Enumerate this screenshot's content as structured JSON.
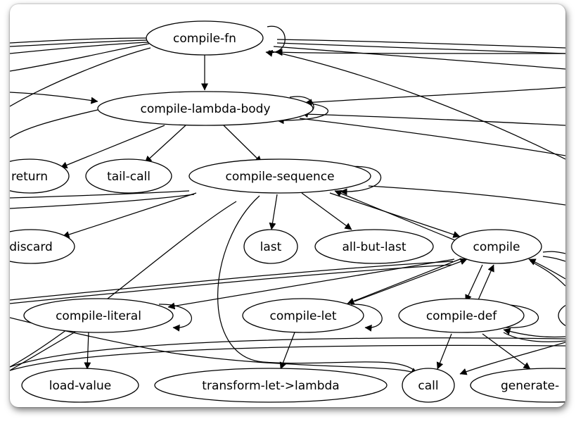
{
  "graph": {
    "nodes": [
      {
        "id": "compile-fn",
        "label": "compile-fn"
      },
      {
        "id": "compile-lambda-body",
        "label": "compile-lambda-body"
      },
      {
        "id": "return",
        "label": "return"
      },
      {
        "id": "tail-call",
        "label": "tail-call"
      },
      {
        "id": "compile-sequence",
        "label": "compile-sequence"
      },
      {
        "id": "discard",
        "label": "discard"
      },
      {
        "id": "last",
        "label": "last"
      },
      {
        "id": "all-but-last",
        "label": "all-but-last"
      },
      {
        "id": "compile",
        "label": "compile"
      },
      {
        "id": "compile-literal",
        "label": "compile-literal"
      },
      {
        "id": "compile-let",
        "label": "compile-let"
      },
      {
        "id": "compile-def",
        "label": "compile-def"
      },
      {
        "id": "load-value",
        "label": "load-value"
      },
      {
        "id": "transform-let-lambda",
        "label": "transform-let->lambda"
      },
      {
        "id": "call",
        "label": "call"
      },
      {
        "id": "generate",
        "label": "generate-"
      }
    ],
    "edges": [
      {
        "from": "compile-fn",
        "to": "compile-lambda-body"
      },
      {
        "from": "compile-lambda-body",
        "to": "return"
      },
      {
        "from": "compile-lambda-body",
        "to": "tail-call"
      },
      {
        "from": "compile-lambda-body",
        "to": "compile-sequence"
      },
      {
        "from": "compile-sequence",
        "to": "discard"
      },
      {
        "from": "compile-sequence",
        "to": "last"
      },
      {
        "from": "compile-sequence",
        "to": "all-but-last"
      },
      {
        "from": "compile-sequence",
        "to": "compile"
      },
      {
        "from": "compile",
        "to": "compile-sequence"
      },
      {
        "from": "compile-sequence",
        "to": "call"
      },
      {
        "from": "compile",
        "to": "compile-literal"
      },
      {
        "from": "compile",
        "to": "compile-let"
      },
      {
        "from": "compile-let",
        "to": "compile"
      },
      {
        "from": "compile",
        "to": "compile-def"
      },
      {
        "from": "compile-def",
        "to": "compile"
      },
      {
        "from": "compile-literal",
        "to": "load-value"
      },
      {
        "from": "compile-let",
        "to": "transform-let-lambda"
      },
      {
        "from": "compile-def",
        "to": "call"
      },
      {
        "from": "compile-def",
        "to": "generate"
      },
      {
        "from": "compile-fn",
        "to": "compile-fn"
      },
      {
        "from": "compile-lambda-body",
        "to": "compile-lambda-body"
      },
      {
        "from": "compile-sequence",
        "to": "compile-sequence"
      },
      {
        "from": "compile-literal",
        "to": "compile-literal"
      },
      {
        "from": "compile-let",
        "to": "compile-let"
      },
      {
        "from": "compile-def",
        "to": "compile-def"
      }
    ]
  }
}
